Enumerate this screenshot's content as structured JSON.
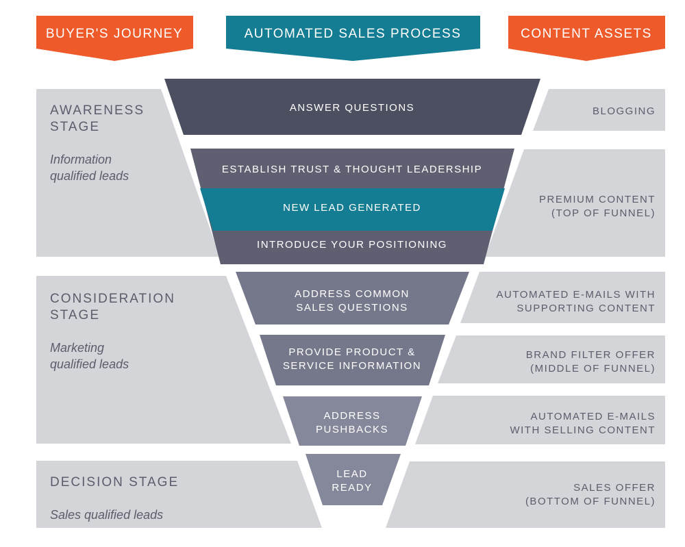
{
  "headers": {
    "buyers_journey": "BUYER'S JOURNEY",
    "automated_sales_process": "AUTOMATED SALES PROCESS",
    "content_assets": "CONTENT ASSETS"
  },
  "stages": [
    {
      "title_line1": "AWARENESS",
      "title_line2": "STAGE",
      "sub_line1": "Information",
      "sub_line2": "qualified leads"
    },
    {
      "title_line1": "CONSIDERATION",
      "title_line2": "STAGE",
      "sub_line1": "Marketing",
      "sub_line2": "qualified leads"
    },
    {
      "title_line1": "DECISION STAGE",
      "title_line2": "",
      "sub_line1": "Sales qualified leads",
      "sub_line2": ""
    }
  ],
  "funnel": [
    {
      "line1": "ANSWER QUESTIONS",
      "line2": ""
    },
    {
      "line1": "ESTABLISH TRUST & THOUGHT LEADERSHIP",
      "line2": ""
    },
    {
      "line1": "NEW LEAD GENERATED",
      "line2": ""
    },
    {
      "line1": "INTRODUCE YOUR POSITIONING",
      "line2": ""
    },
    {
      "line1": "ADDRESS COMMON",
      "line2": "SALES QUESTIONS"
    },
    {
      "line1": "PROVIDE PRODUCT &",
      "line2": "SERVICE INFORMATION"
    },
    {
      "line1": "ADDRESS",
      "line2": "PUSHBACKS"
    },
    {
      "line1": "LEAD",
      "line2": "READY"
    }
  ],
  "assets": [
    {
      "line1": "BLOGGING",
      "line2": ""
    },
    {
      "line1": "PREMIUM CONTENT",
      "line2": "(TOP OF FUNNEL)"
    },
    {
      "line1": "AUTOMATED E-MAILS WITH",
      "line2": "SUPPORTING CONTENT"
    },
    {
      "line1": "BRAND FILTER OFFER",
      "line2": "(MIDDLE OF FUNNEL)"
    },
    {
      "line1": "AUTOMATED E-MAILS",
      "line2": "WITH SELLING CONTENT"
    },
    {
      "line1": "SALES OFFER",
      "line2": "(BOTTOM OF FUNNEL)"
    }
  ],
  "colors": {
    "orange": "#ee5a2a",
    "teal": "#147d93",
    "panel_gray": "#d4d5d9",
    "funnel_dark": "#4c4f60",
    "funnel_mid": "#5e6072",
    "funnel_light": "#75778a",
    "funnel_lighter": "#85879a",
    "text_gray": "#5a5d6b"
  }
}
